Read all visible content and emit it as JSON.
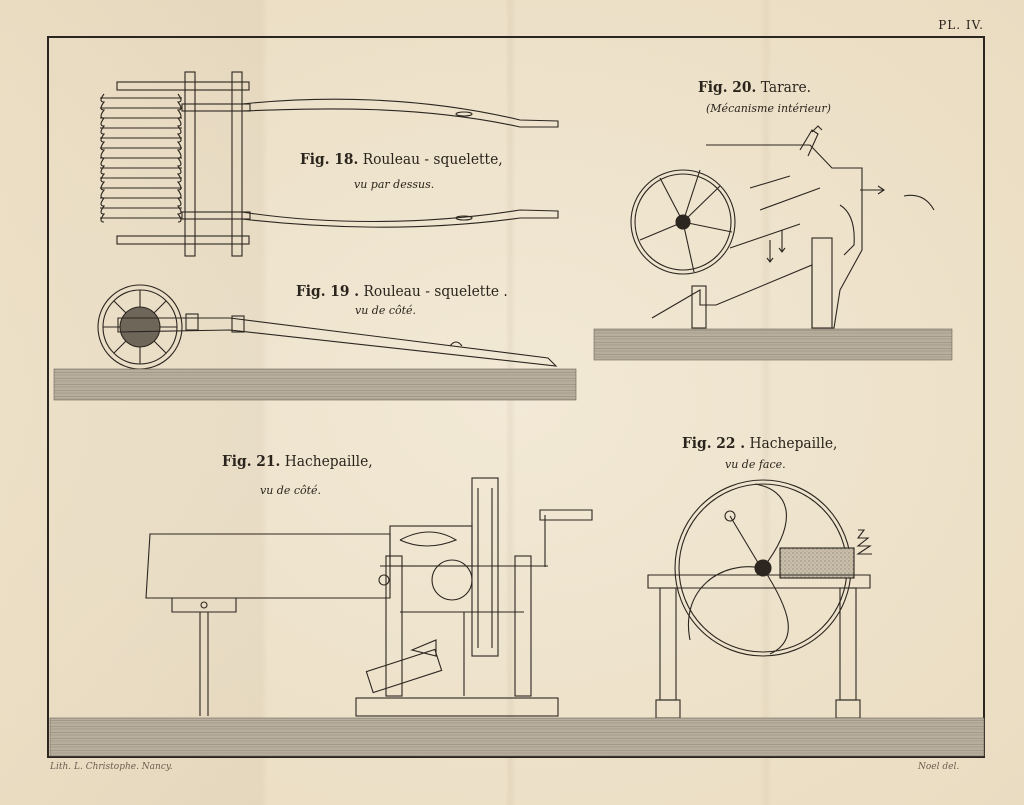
{
  "plate": {
    "number": "PL. IV."
  },
  "figures": [
    {
      "id": "fig18",
      "label": "Fig. 18.",
      "title": "Rouleau - squelette,",
      "subtitle": "vu par dessus."
    },
    {
      "id": "fig19",
      "label": "Fig. 19 .",
      "title": "Rouleau - squelette .",
      "subtitle": "vu de côté."
    },
    {
      "id": "fig20",
      "label": "Fig. 20.",
      "title": "Tarare.",
      "subtitle": "(Mécanisme intérieur)"
    },
    {
      "id": "fig21",
      "label": "Fig. 21.",
      "title": "Hachepaille,",
      "subtitle": "vu de côté."
    },
    {
      "id": "fig22",
      "label": "Fig. 22 .",
      "title": "Hachepaille,",
      "subtitle": "vu de face."
    }
  ],
  "credits": {
    "left": "Lith. L. Christophe. Nancy.",
    "right": "Noel del."
  },
  "colors": {
    "paper": "#efe4cf",
    "ink": "#2c2620",
    "ground": "#9a9284"
  }
}
